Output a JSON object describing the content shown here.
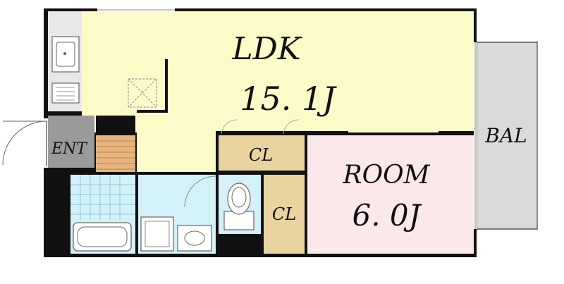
{
  "rooms": {
    "ldk": {
      "name": "LDK",
      "size": "15. 1J"
    },
    "room": {
      "name": "ROOM",
      "size": "6. 0J"
    },
    "closet_upper": {
      "name": "CL"
    },
    "closet_lower": {
      "name": "CL"
    },
    "entrance": {
      "name": "ENT"
    },
    "balcony": {
      "name": "BAL"
    }
  },
  "colors": {
    "wall": "#111111",
    "ldk_floor": "#fbfbc8",
    "room_floor": "#fbe8ea",
    "closet_floor": "#e9d4a0",
    "wet_floor": "#d3f1f8",
    "entrance_floor": "#9a9a9a",
    "step_floor": "#e8b47e",
    "balcony_floor": "#dadada",
    "kitchen_floor": "#e8e8e8"
  }
}
